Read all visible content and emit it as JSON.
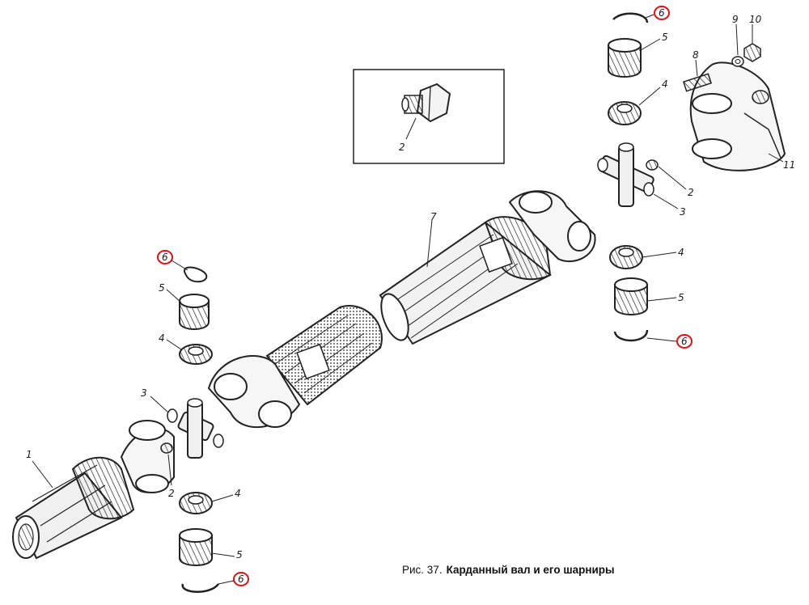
{
  "caption": {
    "prefix": "Рис. 37.",
    "title": "Карданный вал и его шарниры"
  },
  "colors": {
    "highlight": "#e01010",
    "ink": "#111111"
  },
  "callouts": {
    "c1": "1",
    "c2_inset": "2",
    "c2_left": "2",
    "c2_right": "2",
    "c3_left": "3",
    "c3_right": "3",
    "c4_left_top": "4",
    "c4_left_bottom": "4",
    "c4_right_top": "4",
    "c4_right_bottom": "4",
    "c5_left_top": "5",
    "c5_left_bottom": "5",
    "c5_right_top": "5",
    "c5_right_bottom": "5",
    "c6_left_top": "6",
    "c6_left_bottom": "6",
    "c6_right_top": "6",
    "c6_right_bottom": "6",
    "c7": "7",
    "c8": "8",
    "c9": "9",
    "c10": "10",
    "c11": "11"
  }
}
